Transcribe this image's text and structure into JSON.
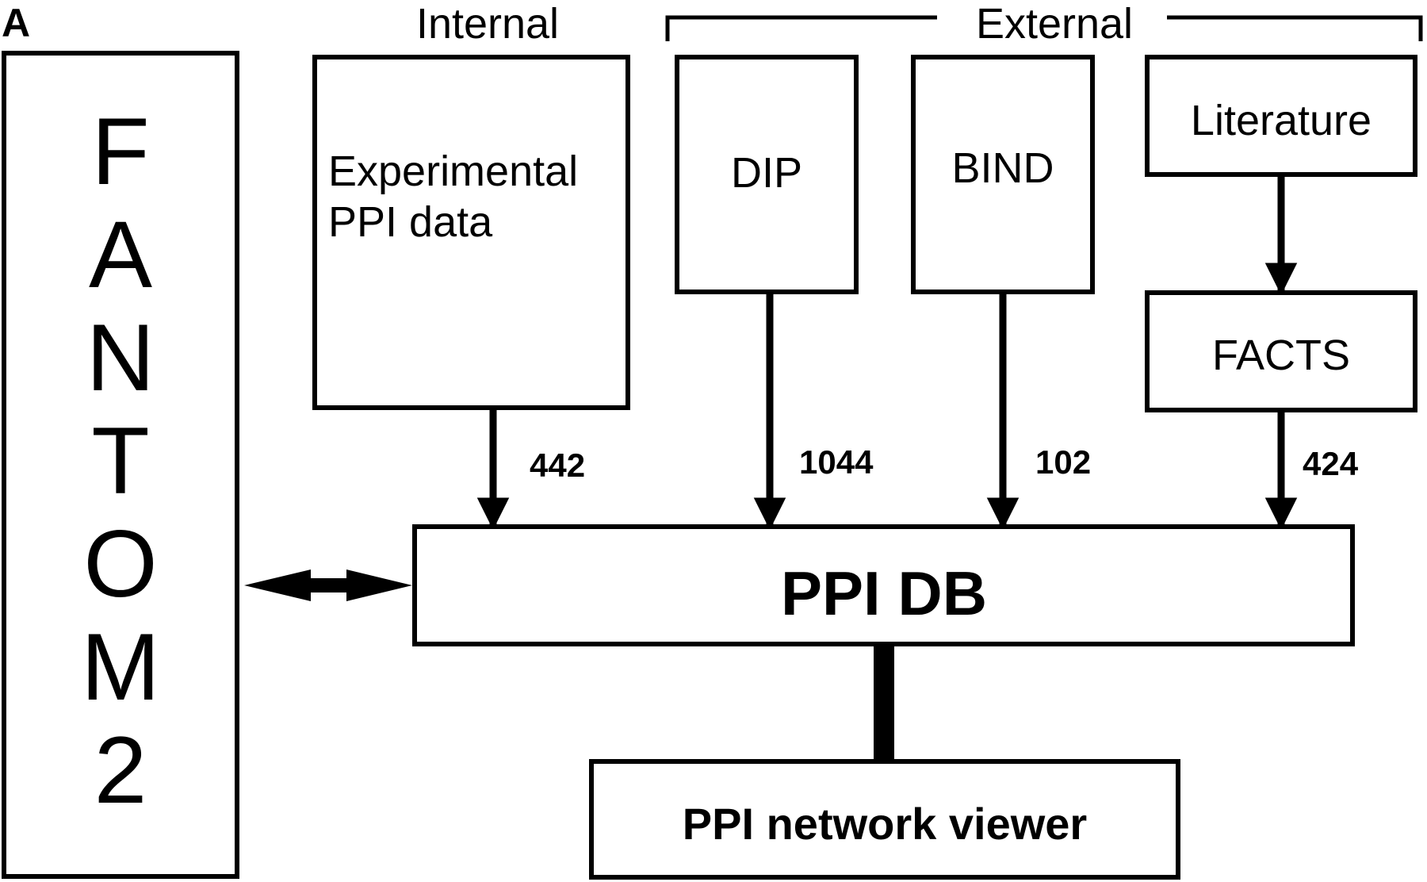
{
  "panel_label": "A",
  "groups": {
    "internal": "Internal",
    "external": "External"
  },
  "fantom": {
    "letters": [
      "F",
      "A",
      "N",
      "T",
      "O",
      "M",
      "2"
    ]
  },
  "sources": {
    "experimental": {
      "line1": "Experimental",
      "line2": "PPI data",
      "count": "442"
    },
    "dip": {
      "label": "DIP",
      "count": "1044"
    },
    "bind": {
      "label": "BIND",
      "count": "102"
    },
    "literature": {
      "label": "Literature"
    },
    "facts": {
      "label": "FACTS",
      "count": "424"
    }
  },
  "db": {
    "label": "PPI DB"
  },
  "viewer": {
    "label": "PPI network viewer"
  }
}
